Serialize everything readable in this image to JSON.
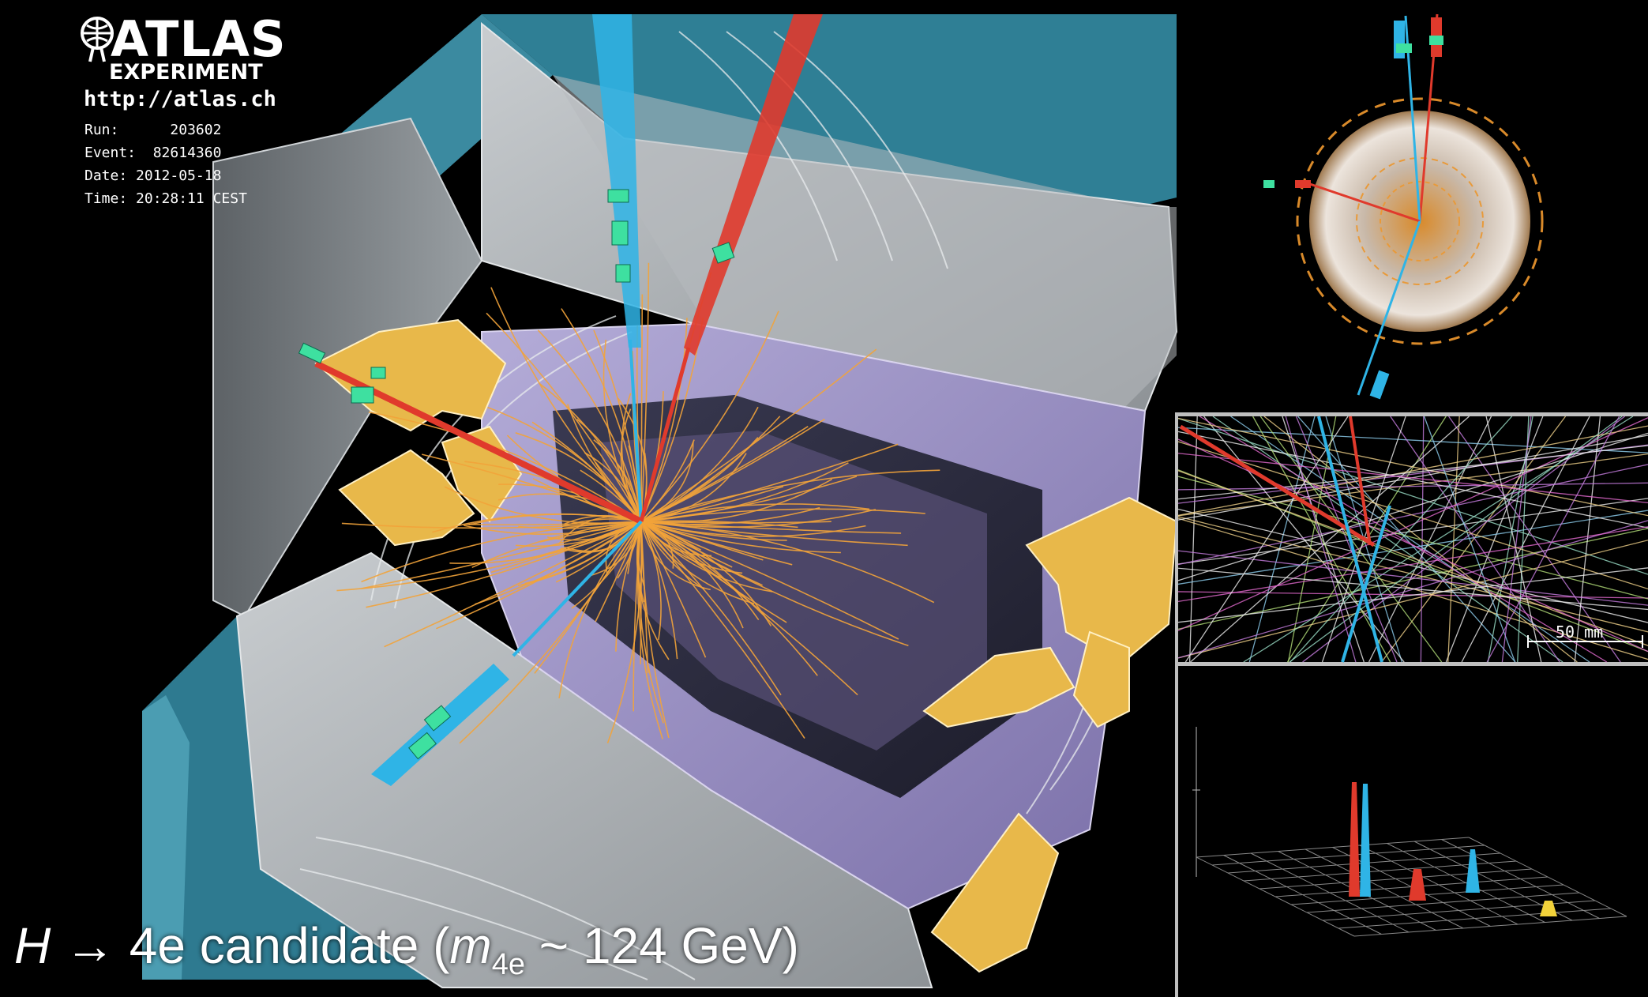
{
  "logo": {
    "name": "ATLAS",
    "subtitle": "EXPERIMENT",
    "url": "http://atlas.ch"
  },
  "event_info": {
    "run_label": "Run:",
    "run_value": "203602",
    "event_label": "Event:",
    "event_value": "82614360",
    "date_label": "Date:",
    "date_value": "2012-05-18",
    "time_label": "Time:",
    "time_value": "20:28:11 CEST"
  },
  "caption": {
    "particle": "H",
    "arrow": "→",
    "decay": "4e candidate (",
    "mass_symbol": "m",
    "mass_subscript": "4e",
    "mass_value": " ~ 124 GeV)"
  },
  "zoom_panel": {
    "scale_label": "50 mm"
  },
  "colors": {
    "background": "#000000",
    "electron_red": "#e03a2c",
    "electron_blue": "#2fb4e6",
    "tracks": "#f2a33a",
    "calorimeter_purple": "#9a8fc6",
    "endcap_yellow": "#e8b84a",
    "muon_teal": "#2f7f95"
  }
}
